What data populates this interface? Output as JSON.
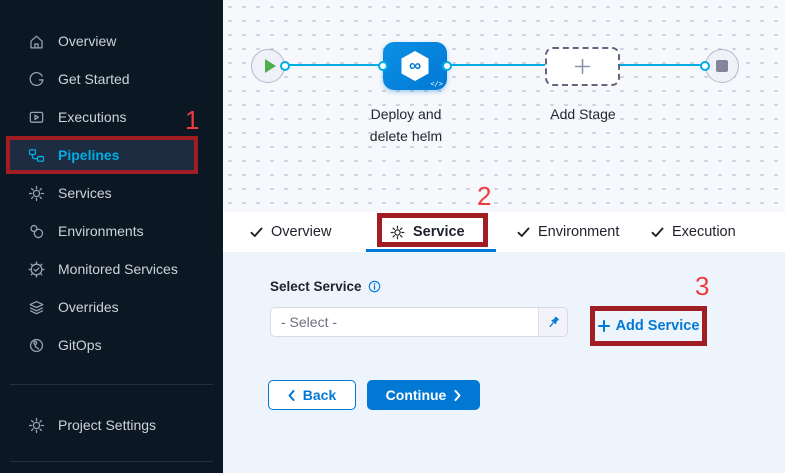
{
  "sidebar": {
    "items": [
      {
        "label": "Overview",
        "icon": "home-icon"
      },
      {
        "label": "Get Started",
        "icon": "get-started-icon"
      },
      {
        "label": "Executions",
        "icon": "executions-icon"
      },
      {
        "label": "Pipelines",
        "icon": "pipelines-icon",
        "selected": true
      },
      {
        "label": "Services",
        "icon": "services-icon"
      },
      {
        "label": "Environments",
        "icon": "environments-icon"
      },
      {
        "label": "Monitored Services",
        "icon": "monitored-services-icon"
      },
      {
        "label": "Overrides",
        "icon": "overrides-icon"
      },
      {
        "label": "GitOps",
        "icon": "gitops-icon"
      }
    ],
    "footer": {
      "label": "Project Settings",
      "icon": "gear-icon"
    }
  },
  "canvas": {
    "stage_name": "Deploy and delete helm",
    "add_stage_label": "Add Stage"
  },
  "icons": {
    "infinity": "∞",
    "code": "</>"
  },
  "tabs": [
    {
      "label": "Overview",
      "icon": "check-icon"
    },
    {
      "label": "Service",
      "icon": "gear-icon",
      "active": true
    },
    {
      "label": "Environment",
      "icon": "check-icon"
    },
    {
      "label": "Execution",
      "icon": "check-icon"
    }
  ],
  "form": {
    "select_service_label": "Select Service",
    "select_placeholder": "- Select -",
    "add_service_label": "Add Service",
    "back_label": "Back",
    "continue_label": "Continue"
  },
  "annotations": {
    "one": "1",
    "two": "2",
    "three": "3"
  },
  "colors": {
    "accent": "#0278d5",
    "connector": "#00ade4",
    "sidebar_bg": "#0c1724",
    "sidebar_selected_text": "#00ade4",
    "stage_node": "#0278d5",
    "play_green": "#4daf4e",
    "form_bg": "#eef4fb",
    "annotation_box": "#a01d24",
    "annotation_number": "#ee3c3c"
  }
}
